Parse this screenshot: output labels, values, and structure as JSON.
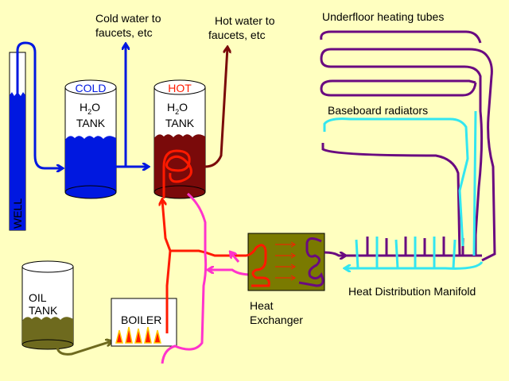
{
  "labels": {
    "cold_water_line1": "Cold water to",
    "cold_water_line2": "faucets, etc",
    "hot_water_line1": "Hot water to",
    "hot_water_line2": "faucets, etc",
    "underfloor": "Underfloor heating tubes",
    "baseboard": "Baseboard radiators",
    "manifold": "Heat Distribution Manifold",
    "heat_exchanger_line1": "Heat",
    "heat_exchanger_line2": "Exchanger",
    "well": "WELL",
    "oil_tank_line1": "OIL",
    "oil_tank_line2": "TANK",
    "boiler": "BOILER"
  },
  "cold_tank": {
    "title": "COLD",
    "line1_main": "H",
    "line1_sub": "2",
    "line1_end": "O",
    "line2": "TANK"
  },
  "hot_tank": {
    "title": "HOT",
    "line1_main": "H",
    "line1_sub": "2",
    "line1_end": "O",
    "line2": "TANK"
  },
  "colors": {
    "background": "#ffffc0",
    "cold_water": "#0018e0",
    "hot_water": "#7a0a0a",
    "boiler_loop": "#ff1a00",
    "return_loop": "#ff33cc",
    "manifold_purple": "#6a0a80",
    "radiator_cyan": "#33e6f0",
    "oil": "#6e6a1e",
    "exchanger": "#7a7a00"
  }
}
